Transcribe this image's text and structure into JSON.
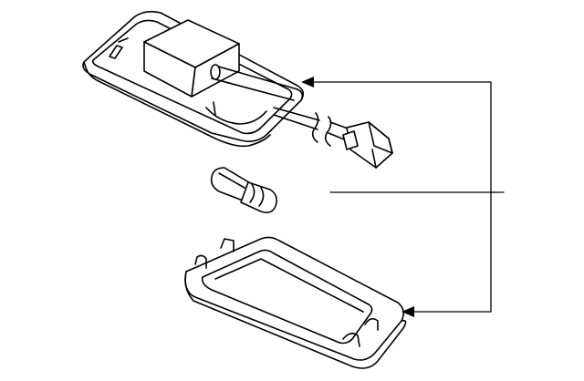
{
  "diagram": {
    "background_color": "#ffffff",
    "line_color": "#000000",
    "parts": [
      {
        "id": "lamp-housing",
        "kind": "lamp-housing"
      },
      {
        "id": "bulb",
        "kind": "wedge-bulb"
      },
      {
        "id": "lens",
        "kind": "lens-cover"
      }
    ],
    "callouts": [
      {
        "id": "callout-bulb",
        "arrow": false
      },
      {
        "id": "callout-housing",
        "arrow": true
      },
      {
        "id": "callout-lens",
        "arrow": true
      }
    ]
  }
}
